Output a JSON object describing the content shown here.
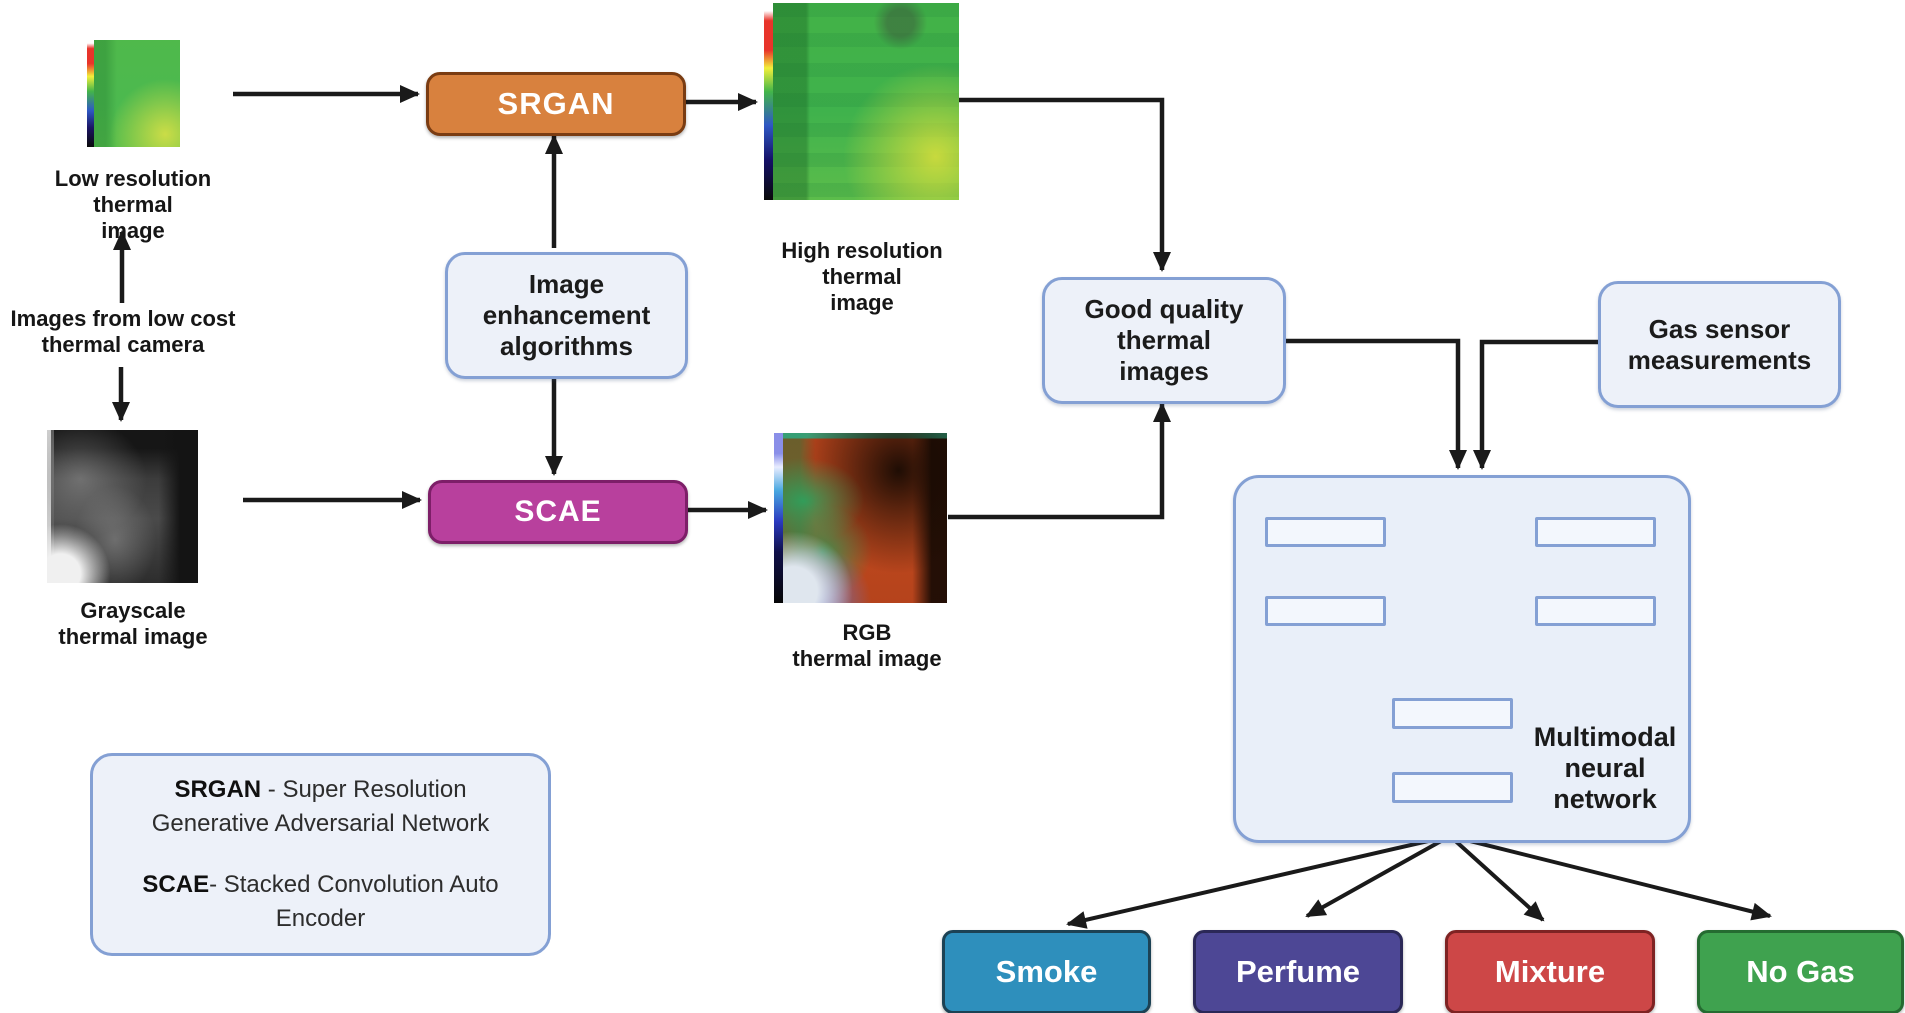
{
  "diagram": {
    "captions": {
      "low_res": "Low resolution thermal\nimage",
      "camera_source": "Images from low cost\nthermal camera",
      "grayscale": "Grayscale\nthermal image",
      "high_res": "High resolution thermal\nimage",
      "rgb": "RGB\nthermal image"
    },
    "nodes": {
      "srgan": {
        "label": "SRGAN",
        "fill": "#d8813e",
        "border": "#7a3c12"
      },
      "scae": {
        "label": "SCAE",
        "fill": "#b8409d",
        "border": "#7d1e68"
      },
      "enhancement": {
        "text": "Image\nenhancement\nalgorithms",
        "fill": "#edf1f9",
        "border": "#84a0d4"
      },
      "good_quality": {
        "text": "Good quality\nthermal\nimages",
        "fill": "#edf1f9",
        "border": "#84a0d4"
      },
      "gas_sensor": {
        "text": "Gas sensor\nmeasurements",
        "fill": "#edf1f9",
        "border": "#84a0d4"
      },
      "multimodal": {
        "label": "Multimodal\nneural\nnetwork",
        "fill": "#e9eff9",
        "border": "#84a0d4"
      }
    },
    "outputs": [
      {
        "label": "Smoke",
        "fill": "#2e8fbc",
        "border": "#1c4254"
      },
      {
        "label": "Perfume",
        "fill": "#4d4795",
        "border": "#2b2857"
      },
      {
        "label": "Mixture",
        "fill": "#cd4747",
        "border": "#7e2323"
      },
      {
        "label": "No Gas",
        "fill": "#3fa24f",
        "border": "#256b31"
      }
    ],
    "legend": {
      "srgan_term": "SRGAN",
      "srgan_def": " - Super Resolution",
      "srgan_def_line2": "Generative Adversarial Network",
      "scae_term": "SCAE",
      "scae_def": "- Stacked Convolution Auto",
      "scae_def_line2": "Encoder"
    },
    "arrow_color": "#1a1a1a"
  }
}
